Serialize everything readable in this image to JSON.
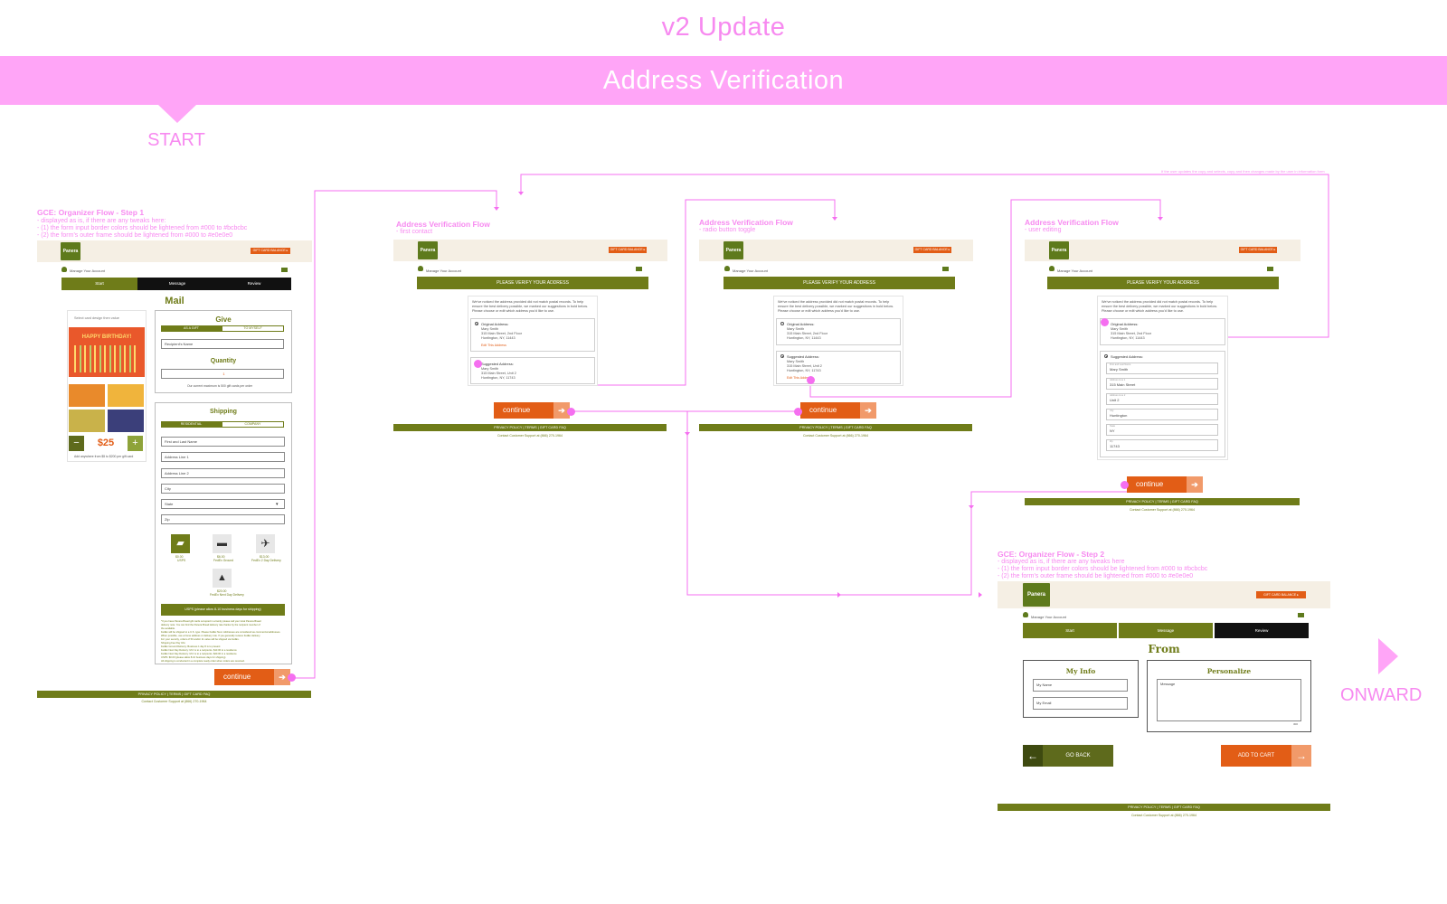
{
  "header": {
    "version_title": "v2 Update",
    "banner_title": "Address Verification"
  },
  "markers": {
    "start": "START",
    "onward": "ONWARD"
  },
  "annotations": {
    "step1": {
      "title": "GCE: Organizer Flow - Step 1",
      "lines": [
        "- displayed as is, if there are any tweaks here:",
        "- (1) the form input border colors should be lightened from #000 to #bcbcbc",
        "- (2) the form's outer frame should be lightened from #000 to #e0e0e0"
      ]
    },
    "av1": {
      "title": "Address Verification Flow",
      "sub": "- first contact"
    },
    "av2": {
      "title": "Address Verification Flow",
      "sub": "- radio button toggle"
    },
    "av3": {
      "title": "Address Verification Flow",
      "sub": "- user editing"
    },
    "step2": {
      "title": "GCE: Organizer Flow - Step 2",
      "lines": [
        "- displayed as is, if there are any tweaks here",
        "- (1) the form input border colors should be lightened from #000 to #bcbcbc",
        "- (2) the form's outer frame should be lightened from #000 to #e0e0e0"
      ]
    },
    "loop_note": "If the user updates the copy and selects, copy and then changes made by the user in information form"
  },
  "common": {
    "logo": "Panera",
    "header_button": "GIFT CARD BALANCE ▸",
    "manage_account": "Manage Your Account",
    "continue": "continue",
    "verify_title": "PLEASE VERIFY YOUR ADDRESS",
    "verify_intro": [
      "We've noticed the address provided did not match postal records. To help",
      "ensure the best delivery possible, we marked our suggestions in bold below.",
      "Please choose or edit which address you'd like to use."
    ],
    "original_label": "Original Address:",
    "original_lines": [
      "Mary Smith",
      "315 Main Street, 2nd Floor",
      "Huntington, NY, 11443"
    ],
    "edit_link": "Edit This Address",
    "suggested_label": "Suggested Address:",
    "suggested_lines": [
      "Mary Smith",
      "315 Main Street, Unit 2",
      "Huntington, NY, 11743"
    ],
    "footer_links": "PRIVACY POLICY   |   TERMS   |   GIFT CARD FAQ",
    "footer_support": "Contact Customer Support at (866) 270-1964"
  },
  "step1": {
    "steps": [
      "Start",
      "Message",
      "Review"
    ],
    "mail_title": "Mail",
    "card_hint": "Select card design then value",
    "card_text": "HAPPY BIRTHDAY!",
    "amount": "$25",
    "amount_minus": "−",
    "amount_plus": "+",
    "amount_note": "Add anywhere from $5 to $200 per gift card",
    "give_title": "Give",
    "give_tabs": [
      "AS A GIFT",
      "TO MYSELF"
    ],
    "recipient_placeholder": "Recipient's Name",
    "quantity_title": "Quantity",
    "quantity_value": "1",
    "quantity_note": "Our current maximum is 500 gift cards per order",
    "shipping_title": "Shipping",
    "shipping_tabs": [
      "RESIDENTIAL",
      "COMPANY"
    ],
    "fields": [
      "First and Last Name",
      "Address Line 1",
      "Address Line 2",
      "City",
      "State",
      "Zip"
    ],
    "shipping_options": [
      {
        "price": "$0.00",
        "name": "USPS"
      },
      {
        "price": "$6.00",
        "name": "FedEx Ground"
      },
      {
        "price": "$13.00",
        "name": "FedEx 2 Day Delivery"
      },
      {
        "price": "$20.00",
        "name": "FedEx Next Day Delivery"
      }
    ],
    "shipping_banner": "USPS (please allow 8-10 business days for shipping)",
    "fine_print": [
      "*If you have Panera Bread gift cards occupied in a family please call your local Panera Bread",
      "delivery note. You can find the Panera Bread delivery rate thanks by the recipient member of",
      "the available.",
      "FedEx will be shipped to a U.S. type. Please FedEx Next. Addresses are considered as commercial addresses.",
      "When possible, use a home address or delivery rule. If you generally receive FedEx delivery.",
      "For your security, orders of 50 and/or 11 value will be shipped via FedEx.",
      "Shipping Fee Pay Info:",
      "FedEx Ground Delivery: Business 1 day-5 is to present",
      "FedEx Next Day Delivery: M-F is to a recipients. $13.00 to a residence",
      "FedEx Next Day Delivery: M-F is to a recipients. $20.00 in a residence",
      "USPS: $0.00 (please allow 8-10 business days for shipping)",
      "All shipping is conducted in a complete ready order when orders are received."
    ]
  },
  "step3": {
    "edit_fields": [
      {
        "label": "First and Last Name",
        "value": "Mary Smith"
      },
      {
        "label": "Address Line 1",
        "value": "315 Main Street"
      },
      {
        "label": "Address Line 2",
        "value": "Unit 2"
      },
      {
        "label": "City",
        "value": "Huntington"
      },
      {
        "label": "State",
        "value": "NY"
      },
      {
        "label": "Zip",
        "value": "11743"
      }
    ]
  },
  "step2": {
    "steps": [
      "Start",
      "Message",
      "Review"
    ],
    "from_title": "From",
    "myinfo_title": "My Info",
    "name_placeholder": "My Name",
    "email_placeholder": "My Email",
    "personalize_title": "Personalize",
    "message_placeholder": "Message",
    "char_count": "300",
    "go_back": "GO BACK",
    "add_to_cart": "ADD TO CART",
    "back_arrow": "←",
    "cart_arrow": "→"
  },
  "colors": {
    "accent_pink": "#f78af0",
    "banner_pink": "#ffa5f7",
    "olive": "#6f7c19",
    "orange": "#e25d16"
  }
}
